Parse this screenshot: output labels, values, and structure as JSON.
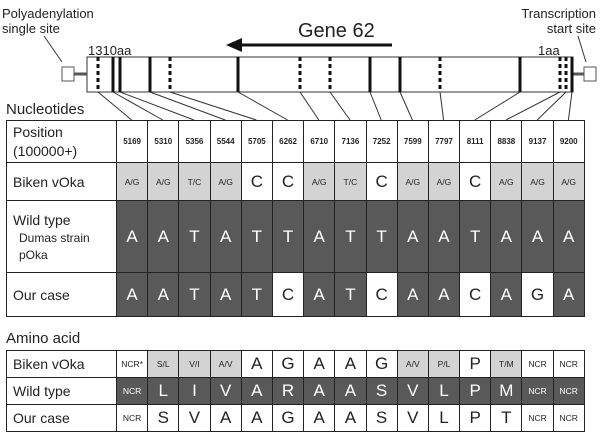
{
  "labels": {
    "polyadenylation_line1": "Polyadenylation",
    "polyadenylation_line2": "single site",
    "transcription_line1": "Transcription",
    "transcription_line2": "start site",
    "aa_left": "1310aa",
    "aa_right": "1aa",
    "gene": "Gene 62"
  },
  "nucleotides": {
    "header": "Nucleotides",
    "position_label_line1": "Position",
    "position_label_line2": "(100000+)",
    "positions": [
      "5169",
      "5310",
      "5356",
      "5544",
      "5705",
      "6262",
      "6710",
      "7136",
      "7252",
      "7599",
      "7797",
      "8111",
      "8838",
      "9137",
      "9200"
    ],
    "rows": [
      {
        "label": "Biken  vOka",
        "values": [
          "A/G",
          "A/G",
          "T/C",
          "A/G",
          "C",
          "C",
          "A/G",
          "T/C",
          "C",
          "A/G",
          "A/G",
          "C",
          "A/G",
          "A/G",
          "A/G"
        ]
      },
      {
        "label": "Wild type",
        "sublabel_line1": "Dumas strain",
        "sublabel_line2": "pOka",
        "values": [
          "A",
          "A",
          "T",
          "A",
          "T",
          "T",
          "A",
          "T",
          "T",
          "A",
          "A",
          "T",
          "A",
          "A",
          "A"
        ]
      },
      {
        "label": "Our case",
        "values": [
          "A",
          "A",
          "T",
          "A",
          "T",
          "C",
          "A",
          "T",
          "C",
          "A",
          "A",
          "C",
          "A",
          "G",
          "A"
        ]
      }
    ]
  },
  "amino_acid": {
    "header": "Amino acid",
    "rows": [
      {
        "label": "Biken  vOka",
        "values": [
          "NCR*",
          "S/L",
          "V/I",
          "A/V",
          "A",
          "G",
          "A",
          "A",
          "G",
          "A/V",
          "P/L",
          "P",
          "T/M",
          "NCR",
          "NCR"
        ]
      },
      {
        "label": "Wild type",
        "values": [
          "NCR",
          "L",
          "I",
          "V",
          "A",
          "R",
          "A",
          "A",
          "S",
          "V",
          "L",
          "P",
          "M",
          "NCR",
          "NCR"
        ]
      },
      {
        "label": "Our case",
        "values": [
          "NCR",
          "S",
          "V",
          "A",
          "A",
          "G",
          "A",
          "A",
          "S",
          "V",
          "L",
          "P",
          "T",
          "NCR",
          "NCR"
        ]
      }
    ]
  }
}
